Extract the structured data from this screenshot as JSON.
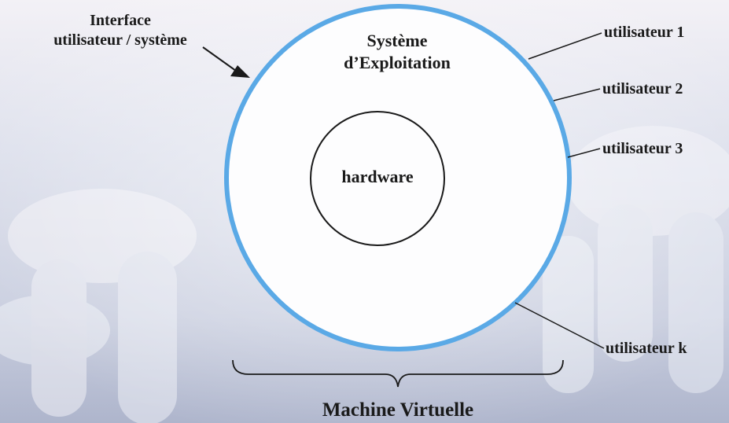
{
  "interface_label": {
    "line1": "Interface",
    "line2": "utilisateur / système"
  },
  "os_label": {
    "line1": "Système",
    "line2": "d’Exploitation"
  },
  "hardware_label": "hardware",
  "users": [
    "utilisateur 1",
    "utilisateur 2",
    "utilisateur 3",
    "utilisateur k"
  ],
  "machine_label": "Machine Virtuelle",
  "colors": {
    "interface_ring": "#5aa9e6",
    "hardware_ring": "#1a1a1a",
    "text": "#1a1a1a"
  }
}
